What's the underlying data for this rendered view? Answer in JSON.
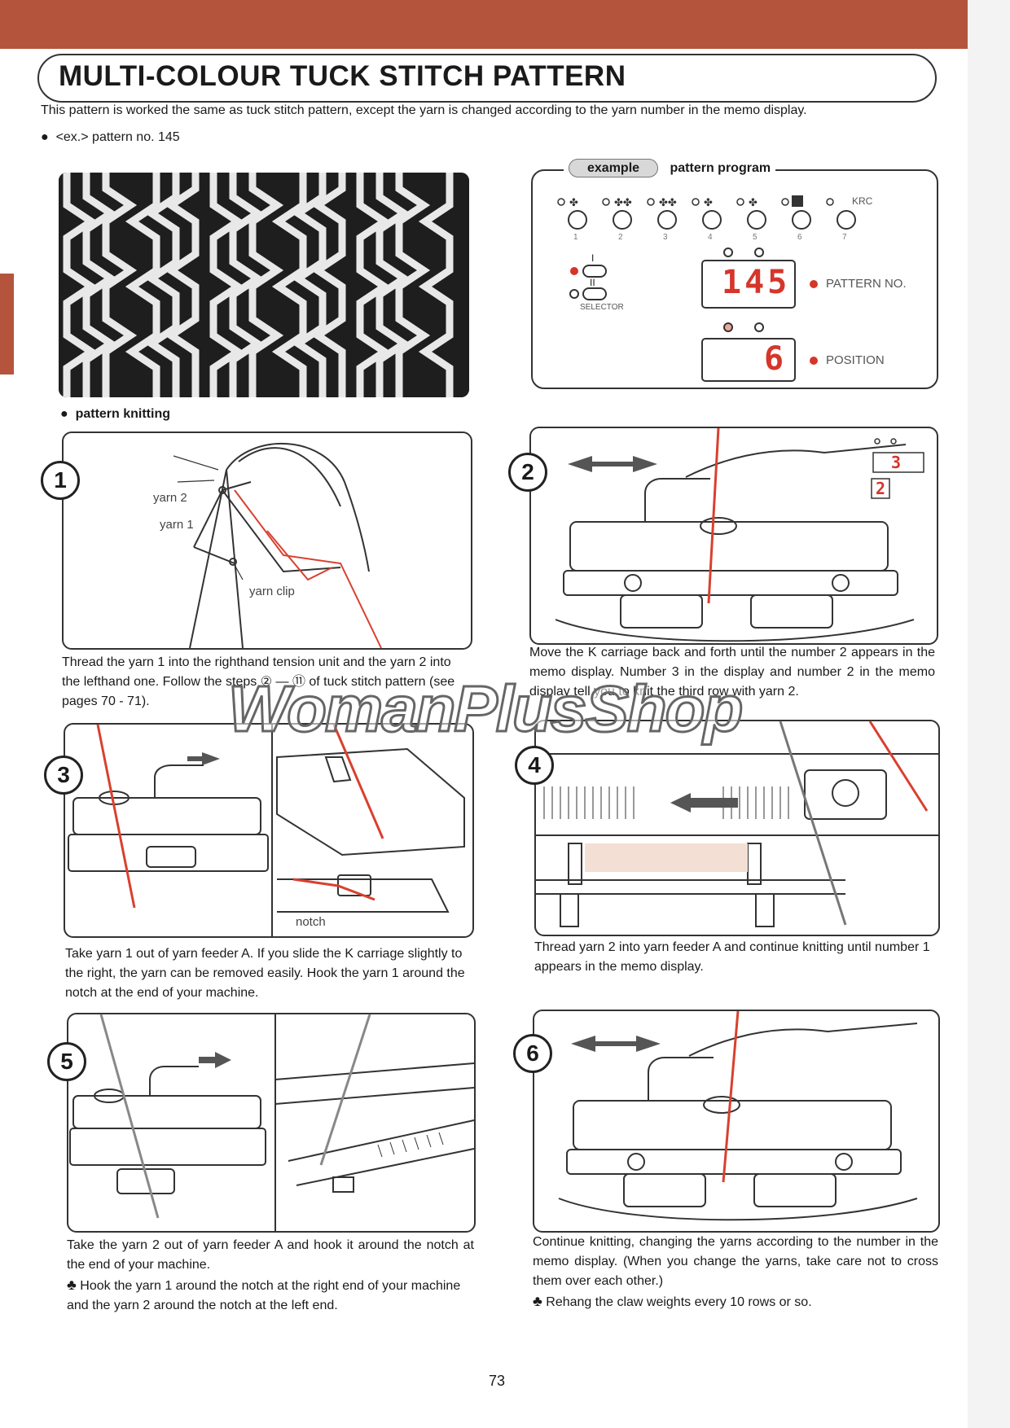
{
  "page": {
    "title": "MULTI-COLOUR TUCK STITCH PATTERN",
    "intro": "This pattern is worked the same as tuck stitch pattern, except the yarn is changed according to the yarn number in the memo display.",
    "example_line": "<ex.> pattern no. 145",
    "section_label": "pattern knitting",
    "page_number": "73",
    "watermark": "WomanPlusShop"
  },
  "pattern_program": {
    "badge": "example",
    "heading": "pattern program",
    "krc_label": "KRC",
    "button_numbers": [
      "1",
      "2",
      "3",
      "4",
      "5",
      "6",
      "7"
    ],
    "selector_i": "I",
    "selector_ii": "II",
    "selector_label": "SELECTOR",
    "pattern_no_value": "145",
    "pattern_no_label": "PATTERN NO.",
    "position_value": "6",
    "position_label": "POSITION"
  },
  "steps": [
    {
      "num": "1",
      "caption": "Thread the yarn 1 into the righthand tension unit and the yarn 2 into the lefthand one. Follow the steps ② — ⑪ of tuck stitch pattern (see pages 70 - 71).",
      "labels": {
        "yarn2": "yarn 2",
        "yarn1": "yarn 1",
        "clip": "yarn clip"
      }
    },
    {
      "num": "2",
      "caption": "Move the K carriage back and forth until the number 2 appears in the memo display. Number 3 in the display and number 2 in the memo display tell you to knit the third row with yarn 2.",
      "display_top": "3",
      "display_memo": "2"
    },
    {
      "num": "3",
      "caption": "Take yarn 1 out of yarn feeder A. If you slide the K carriage slightly to the right, the yarn can be removed easily. Hook the yarn 1 around the notch at the end of your machine.",
      "labels": {
        "notch": "notch"
      }
    },
    {
      "num": "4",
      "caption": "Thread yarn 2 into yarn feeder A and continue knitting until number 1 appears in the memo display."
    },
    {
      "num": "5",
      "caption": "Take the yarn 2 out of yarn feeder A and hook it around the notch at the end of your machine.",
      "note": "Hook the yarn 1 around the notch at the right end of your machine and the yarn 2 around the notch at the left end."
    },
    {
      "num": "6",
      "caption": "Continue knitting, changing the yarns according to the number in the memo display. (When you change the yarns, take care not to cross them over each other.)",
      "note": "Rehang the claw weights every 10 rows or so."
    }
  ],
  "colors": {
    "accent": "#b5543d",
    "led": "#d5362a",
    "yarn_red": "#d9402f"
  }
}
